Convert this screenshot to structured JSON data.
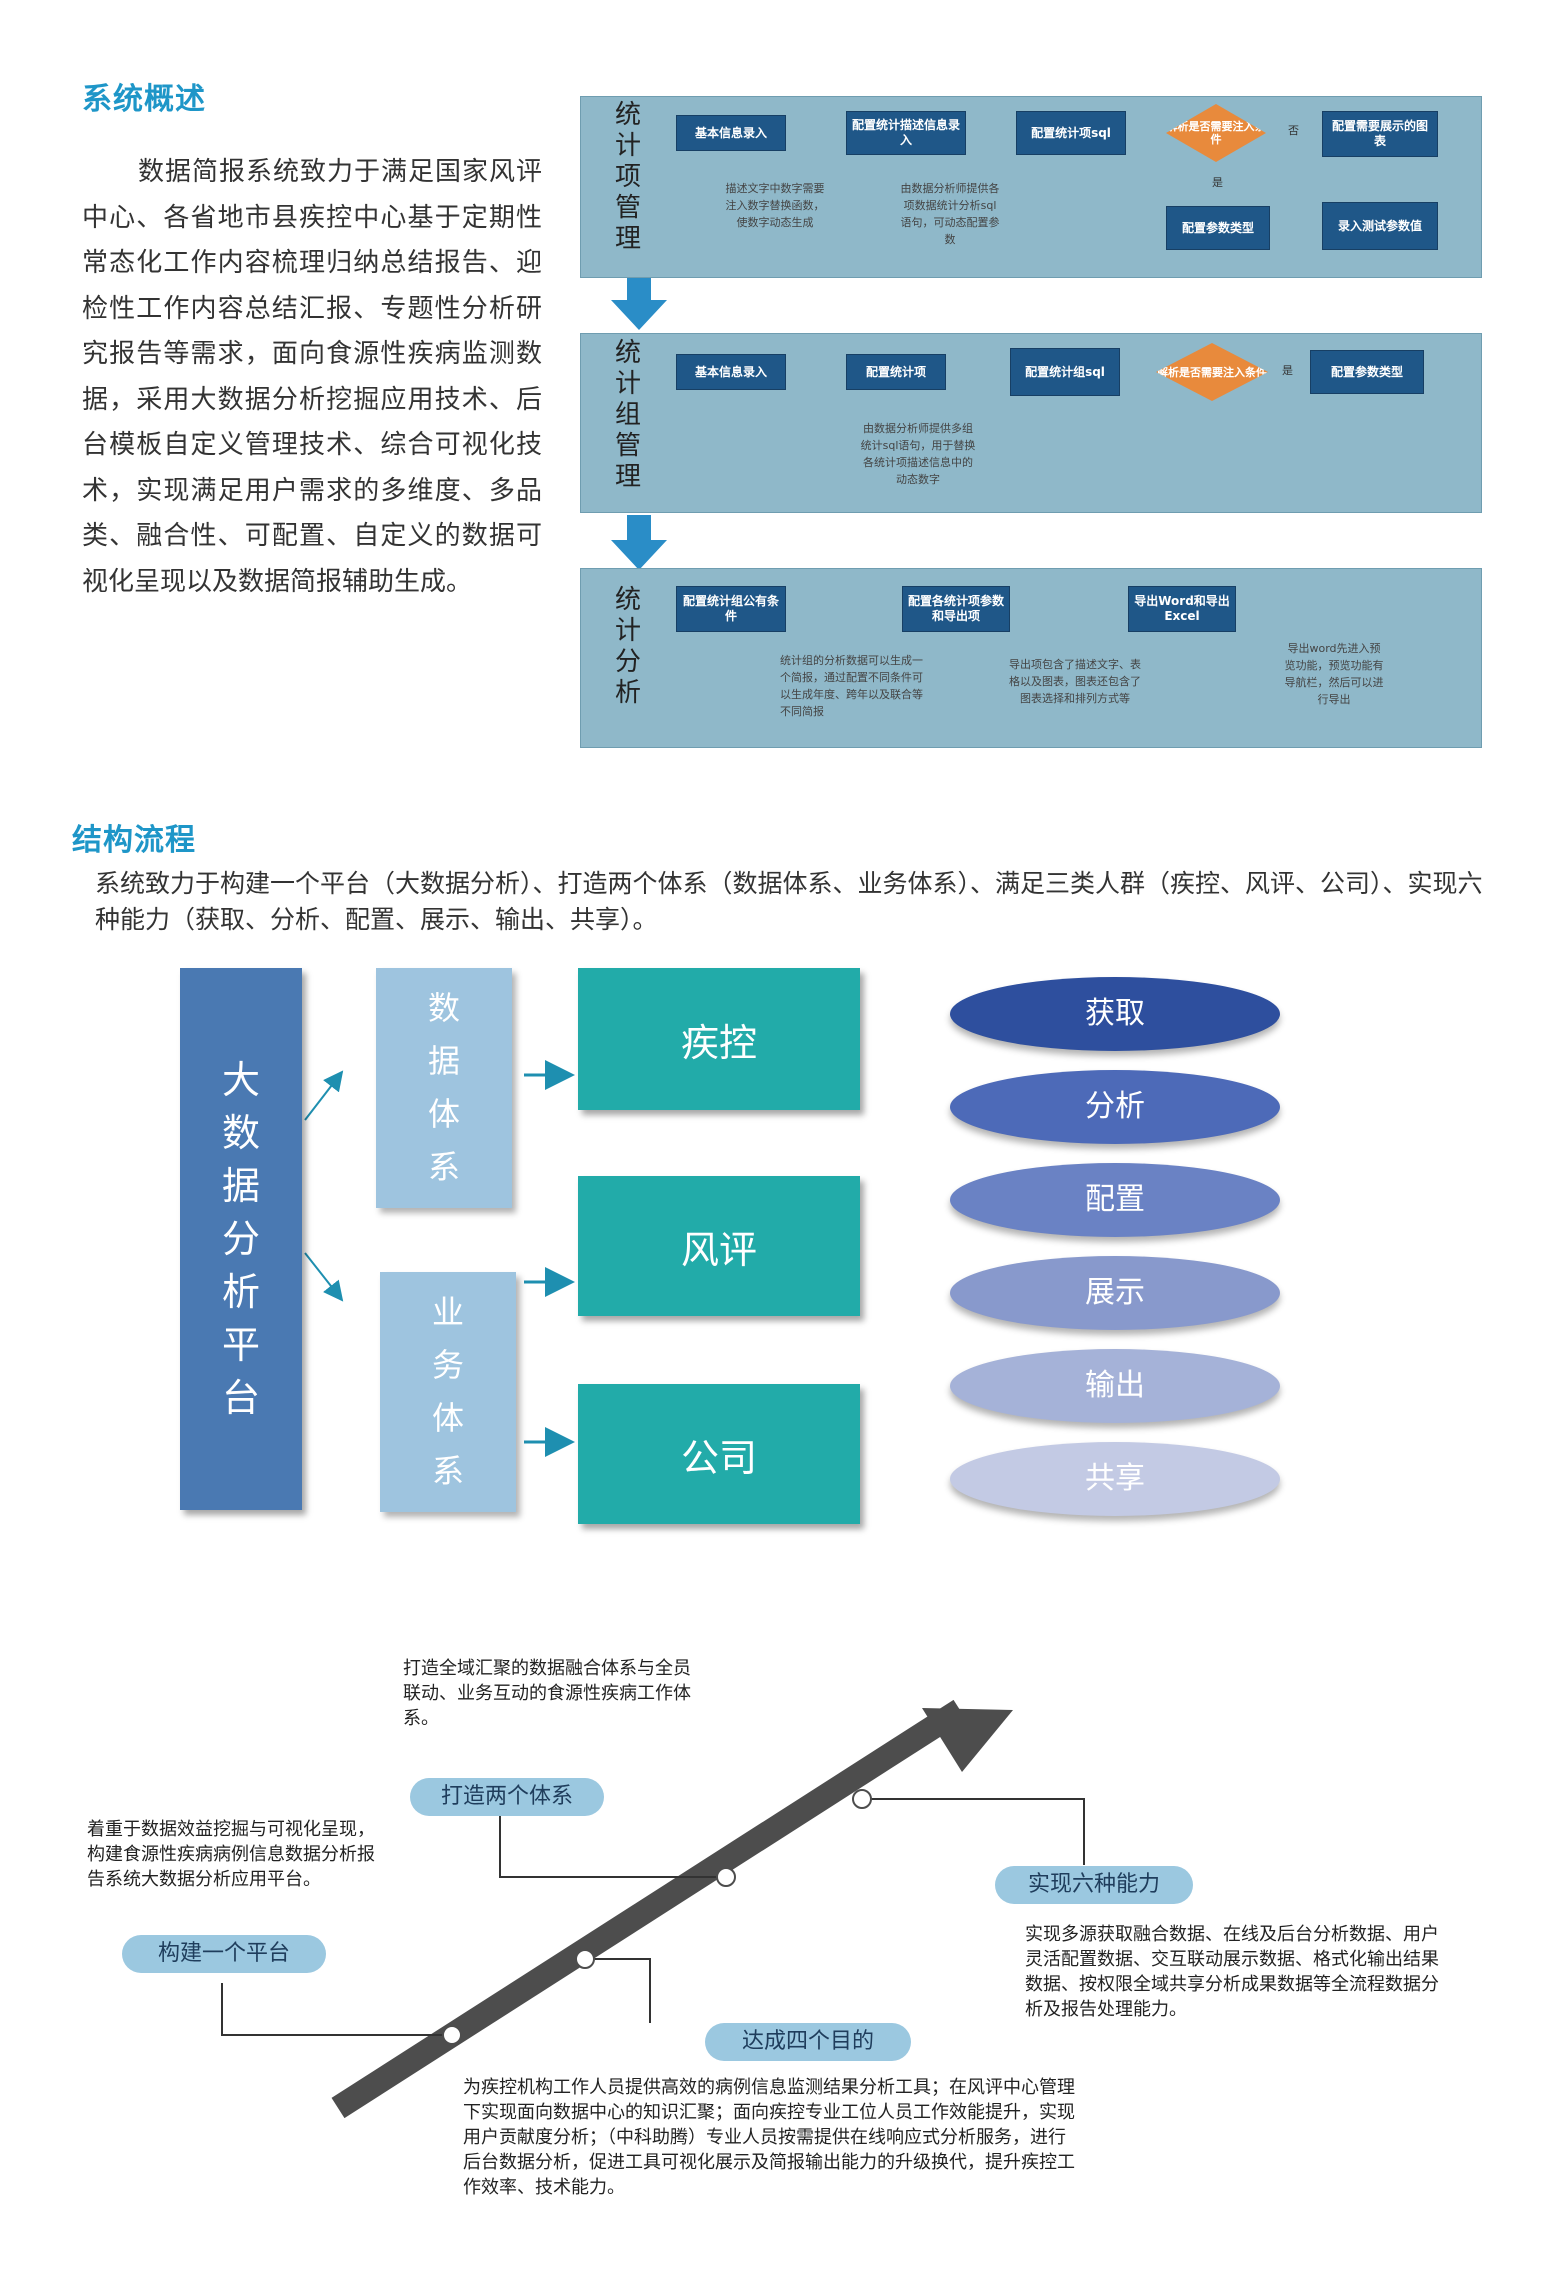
{
  "overview": {
    "heading": "系统概述",
    "text": "数据简报系统致力于满足国家风评中心、各省地市县疾控中心基于定期性常态化工作内容梳理归纳总结报告、迎检性工作内容总结汇报、专题性分析研究报告等需求，面向食源性疾病监测数据，采用大数据分析挖掘应用技术、后台模板自定义管理技术、综合可视化技术，实现满足用户需求的多维度、多品类、融合性、可配置、自定义的数据可视化呈现以及数据简报辅助生成。"
  },
  "flow": {
    "item_mgmt": {
      "label": "统计项管理",
      "step1": "基本信息录入",
      "step2": "配置统计描述信息录入",
      "step3": "配置统计项sql",
      "decision": "解析是否需要注入条件",
      "step4": "配置需要展示的图表",
      "step5": "配置参数类型",
      "step6": "录入测试参数值",
      "yes": "是",
      "no": "否",
      "note1": "描述文字中数字需要注入数字替换函数，使数字动态生成",
      "note2": "由数据分析师提供各项数据统计分析sql语句，可动态配置参数"
    },
    "group_mgmt": {
      "label": "统计组管理",
      "step1": "基本信息录入",
      "step2": "配置统计项",
      "step3": "配置统计组sql",
      "decision": "解析是否需要注入条件",
      "step4": "配置参数类型",
      "yes": "是",
      "note1": "由数据分析师提供多组统计sql语句，用于替换各统计项描述信息中的动态数字"
    },
    "analysis": {
      "label": "统计分析",
      "step1": "配置统计组公有条件",
      "step2": "配置各统计项参数和导出项",
      "step3": "导出Word和导出Excel",
      "note1": "统计组的分析数据可以生成一个简报，通过配置不同条件可以生成年度、跨年以及联合等不同简报",
      "note2": "导出项包含了描述文字、表格以及图表，图表还包含了图表选择和排列方式等",
      "note3": "导出word先进入预览功能，预览功能有导航栏，然后可以进行导出"
    }
  },
  "structure": {
    "heading": "结构流程",
    "text": "系统致力于构建一个平台（大数据分析）、打造两个体系（数据体系、业务体系）、满足三类人群（疾控、风评、公司）、实现六种能力（获取、分析、配置、展示、输出、共享）。",
    "platform": "大数据分析平台",
    "systems": [
      "数据体系",
      "业务体系"
    ],
    "groups": [
      "疾控",
      "风评",
      "公司"
    ],
    "abilities": [
      "获取",
      "分析",
      "配置",
      "展示",
      "输出",
      "共享"
    ],
    "ability_colors": [
      "#2e4f9e",
      "#4d6ab8",
      "#6a82c4",
      "#8899cc",
      "#a5b2d8",
      "#c3cae4"
    ]
  },
  "timeline": {
    "pills": {
      "platform": "构建一个平台",
      "systems": "打造两个体系",
      "goals": "达成四个目的",
      "abilities": "实现六种能力"
    },
    "desc_platform": "着重于数据效益挖掘与可视化呈现，构建食源性疾病病例信息数据分析报告系统大数据分析应用平台。",
    "desc_systems": "打造全域汇聚的数据融合体系与全员联动、业务互动的食源性疾病工作体系。",
    "desc_abilities": "实现多源获取融合数据、在线及后台分析数据、用户灵活配置数据、交互联动展示数据、格式化输出结果数据、按权限全域共享分析成果数据等全流程数据分析及报告处理能力。",
    "desc_goals": "为疾控机构工作人员提供高效的病例信息监测结果分析工具；在风评中心管理下实现面向数据中心的知识汇聚；面向疾控专业工位人员工作效能提升，实现用户贡献度分析；（中科助腾）专业人员按需提供在线响应式分析服务，进行后台数据分析，促进工具可视化展示及简报输出能力的升级换代，提升疾控工作效率、技术能力。"
  }
}
